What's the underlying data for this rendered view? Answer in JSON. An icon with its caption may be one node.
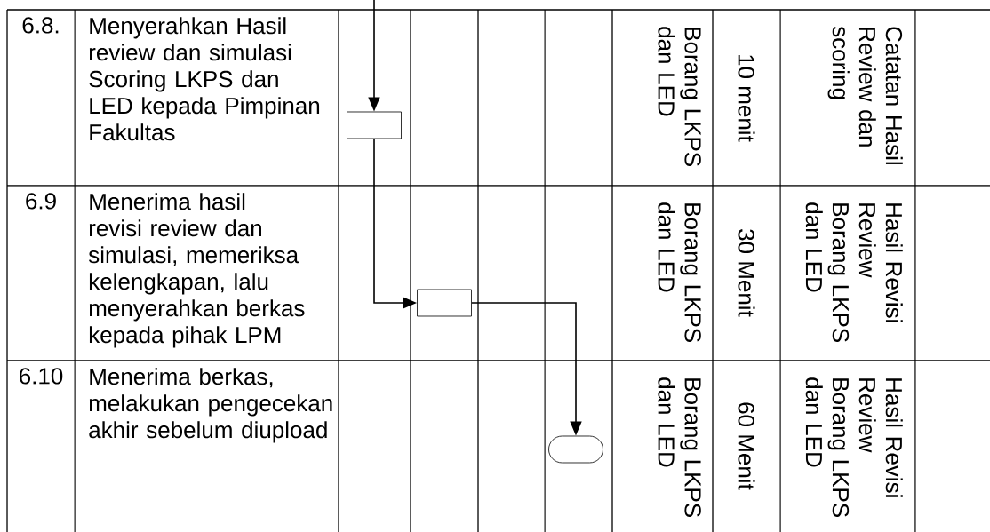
{
  "diagram": {
    "nodes": [
      {
        "text": [],
        "shape": "box"
      },
      {
        "text": [],
        "shape": "box"
      },
      {
        "text": [],
        "shape": "terminator"
      }
    ],
    "edges": [
      {
        "from": null,
        "to": 0,
        "arrow": "to"
      },
      {
        "from": 0,
        "to": 1,
        "arrow": "to"
      },
      {
        "from": 1,
        "to": 2,
        "arrow": "to"
      }
    ],
    "labels": [
      "6.8.",
      "Menyerahkan Hasil review dan simulasi Scoring LKPS dan LED kepada Pimpinan Fakultas",
      "Borang LKPS dan LED",
      "10 menit",
      "Catatan Hasil Review dan scoring",
      "6.9",
      "Menerima hasil revisi review dan simulasi, memeriksa kelengkapan, lalu menyerahkan berkas kepada pihak LPM",
      "Borang LKPS dan LED",
      "30 Menit",
      "Hasil Revisi Review Borang LKPS dan LED",
      "6.10",
      "Menerima berkas, melakukan pengecekan akhir sebelum diupload",
      "Borang LKPS dan LED",
      "60 Menit",
      "Hasil Revisi Review Borang LKPS dan LED"
    ]
  }
}
